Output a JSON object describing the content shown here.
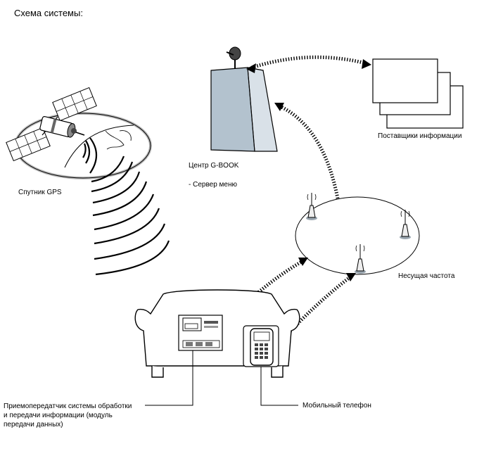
{
  "diagram": {
    "title": "Схема системы:",
    "labels": {
      "gbook_center": "Центр G-BOOK",
      "menu_server": "- Сервер меню",
      "info_providers": "Поставщики информации",
      "gps_satellite": "Спутник GPS",
      "carrier": "Несущая частота",
      "transceiver_line1": "Приемопередатчик системы обработки",
      "transceiver_line2": "и передачи информации (модуль",
      "transceiver_line3": "передачи данных)",
      "mobile_phone": "Мобильный телефон"
    }
  }
}
